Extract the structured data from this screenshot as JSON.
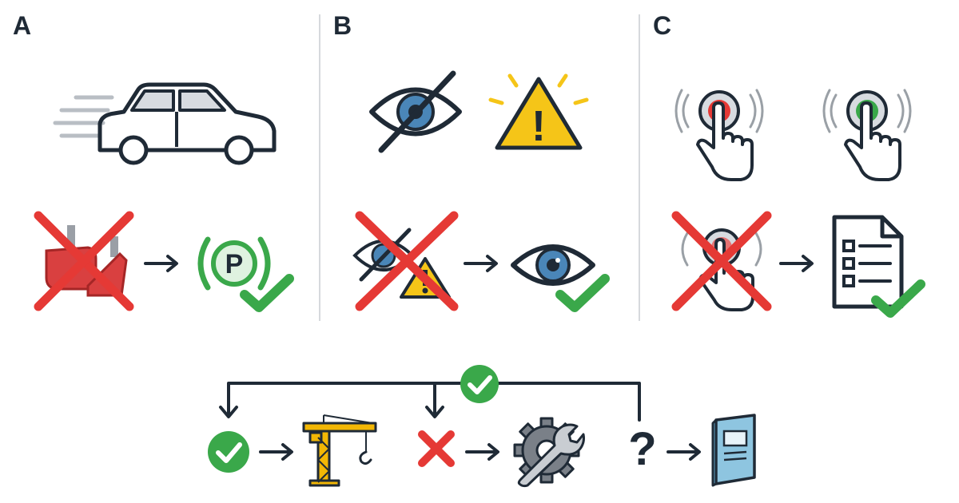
{
  "panels": [
    {
      "letter": "A",
      "icons": [
        "moving-car-icon",
        "crossed-out-handbrake-lever-icon",
        "parking-brake-indicator-icon",
        "checkmark-icon"
      ],
      "parking_symbol_letter": "P"
    },
    {
      "letter": "B",
      "icons": [
        "eye-slash-icon",
        "warning-triangle-icon",
        "crossed-out-eye-slash-warning-icon",
        "eye-icon",
        "checkmark-icon"
      ],
      "warning_symbol": "!"
    },
    {
      "letter": "C",
      "icons": [
        "finger-press-red-button-icon",
        "finger-press-green-button-icon",
        "crossed-out-button-press-icon",
        "checklist-document-icon",
        "checkmark-icon"
      ]
    }
  ],
  "bottom_flow": {
    "icons": [
      "green-check-circle-icon",
      "crane-icon",
      "red-x-icon",
      "wrench-gear-icon",
      "question-mark-icon",
      "manual-book-icon"
    ],
    "question_symbol": "?"
  },
  "colors": {
    "outline": "#1f2a36",
    "cross_red": "#e53935",
    "check_green": "#3aa84a",
    "warning_yellow": "#f5c518",
    "eye_blue": "#4a86b8",
    "crane_yellow": "#f2b705",
    "manual_blue": "#8ec5e0",
    "divider": "#d6d9dd"
  }
}
